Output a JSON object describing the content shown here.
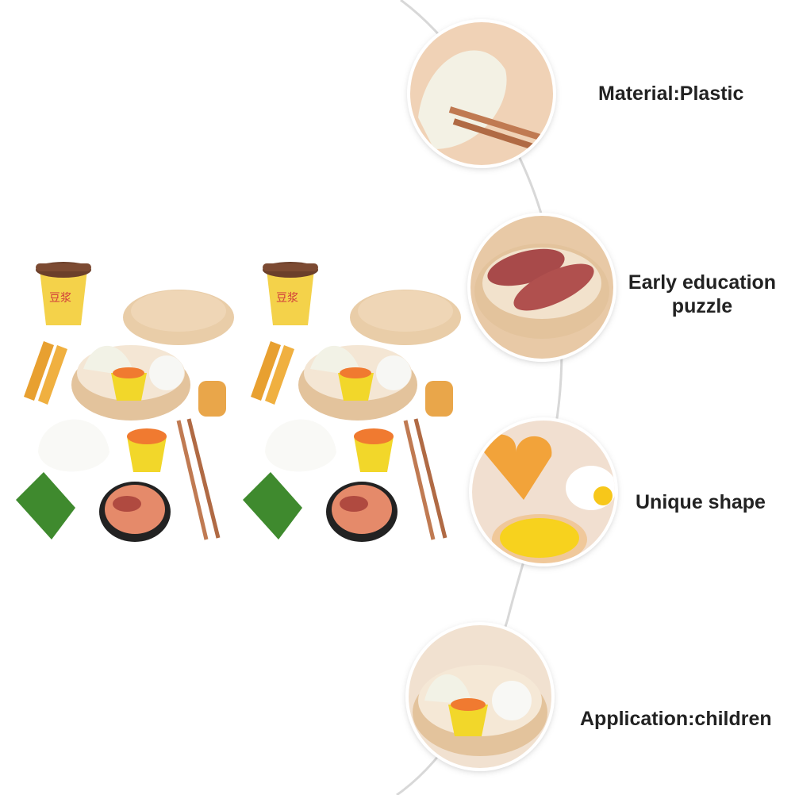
{
  "features": [
    {
      "label": "Material:Plastic",
      "icon": "dumpling-chopsticks-icon"
    },
    {
      "label": "Early education puzzle",
      "icon": "sweet-potato-steamer-icon"
    },
    {
      "label": "Unique shape",
      "icon": "waffle-egg-icon"
    },
    {
      "label": "Application:children",
      "icon": "steamer-dimsum-icon"
    }
  ],
  "colors": {
    "steamer": "#e3c39c",
    "plate_bg": "#efd6bf",
    "text": "#222222"
  }
}
